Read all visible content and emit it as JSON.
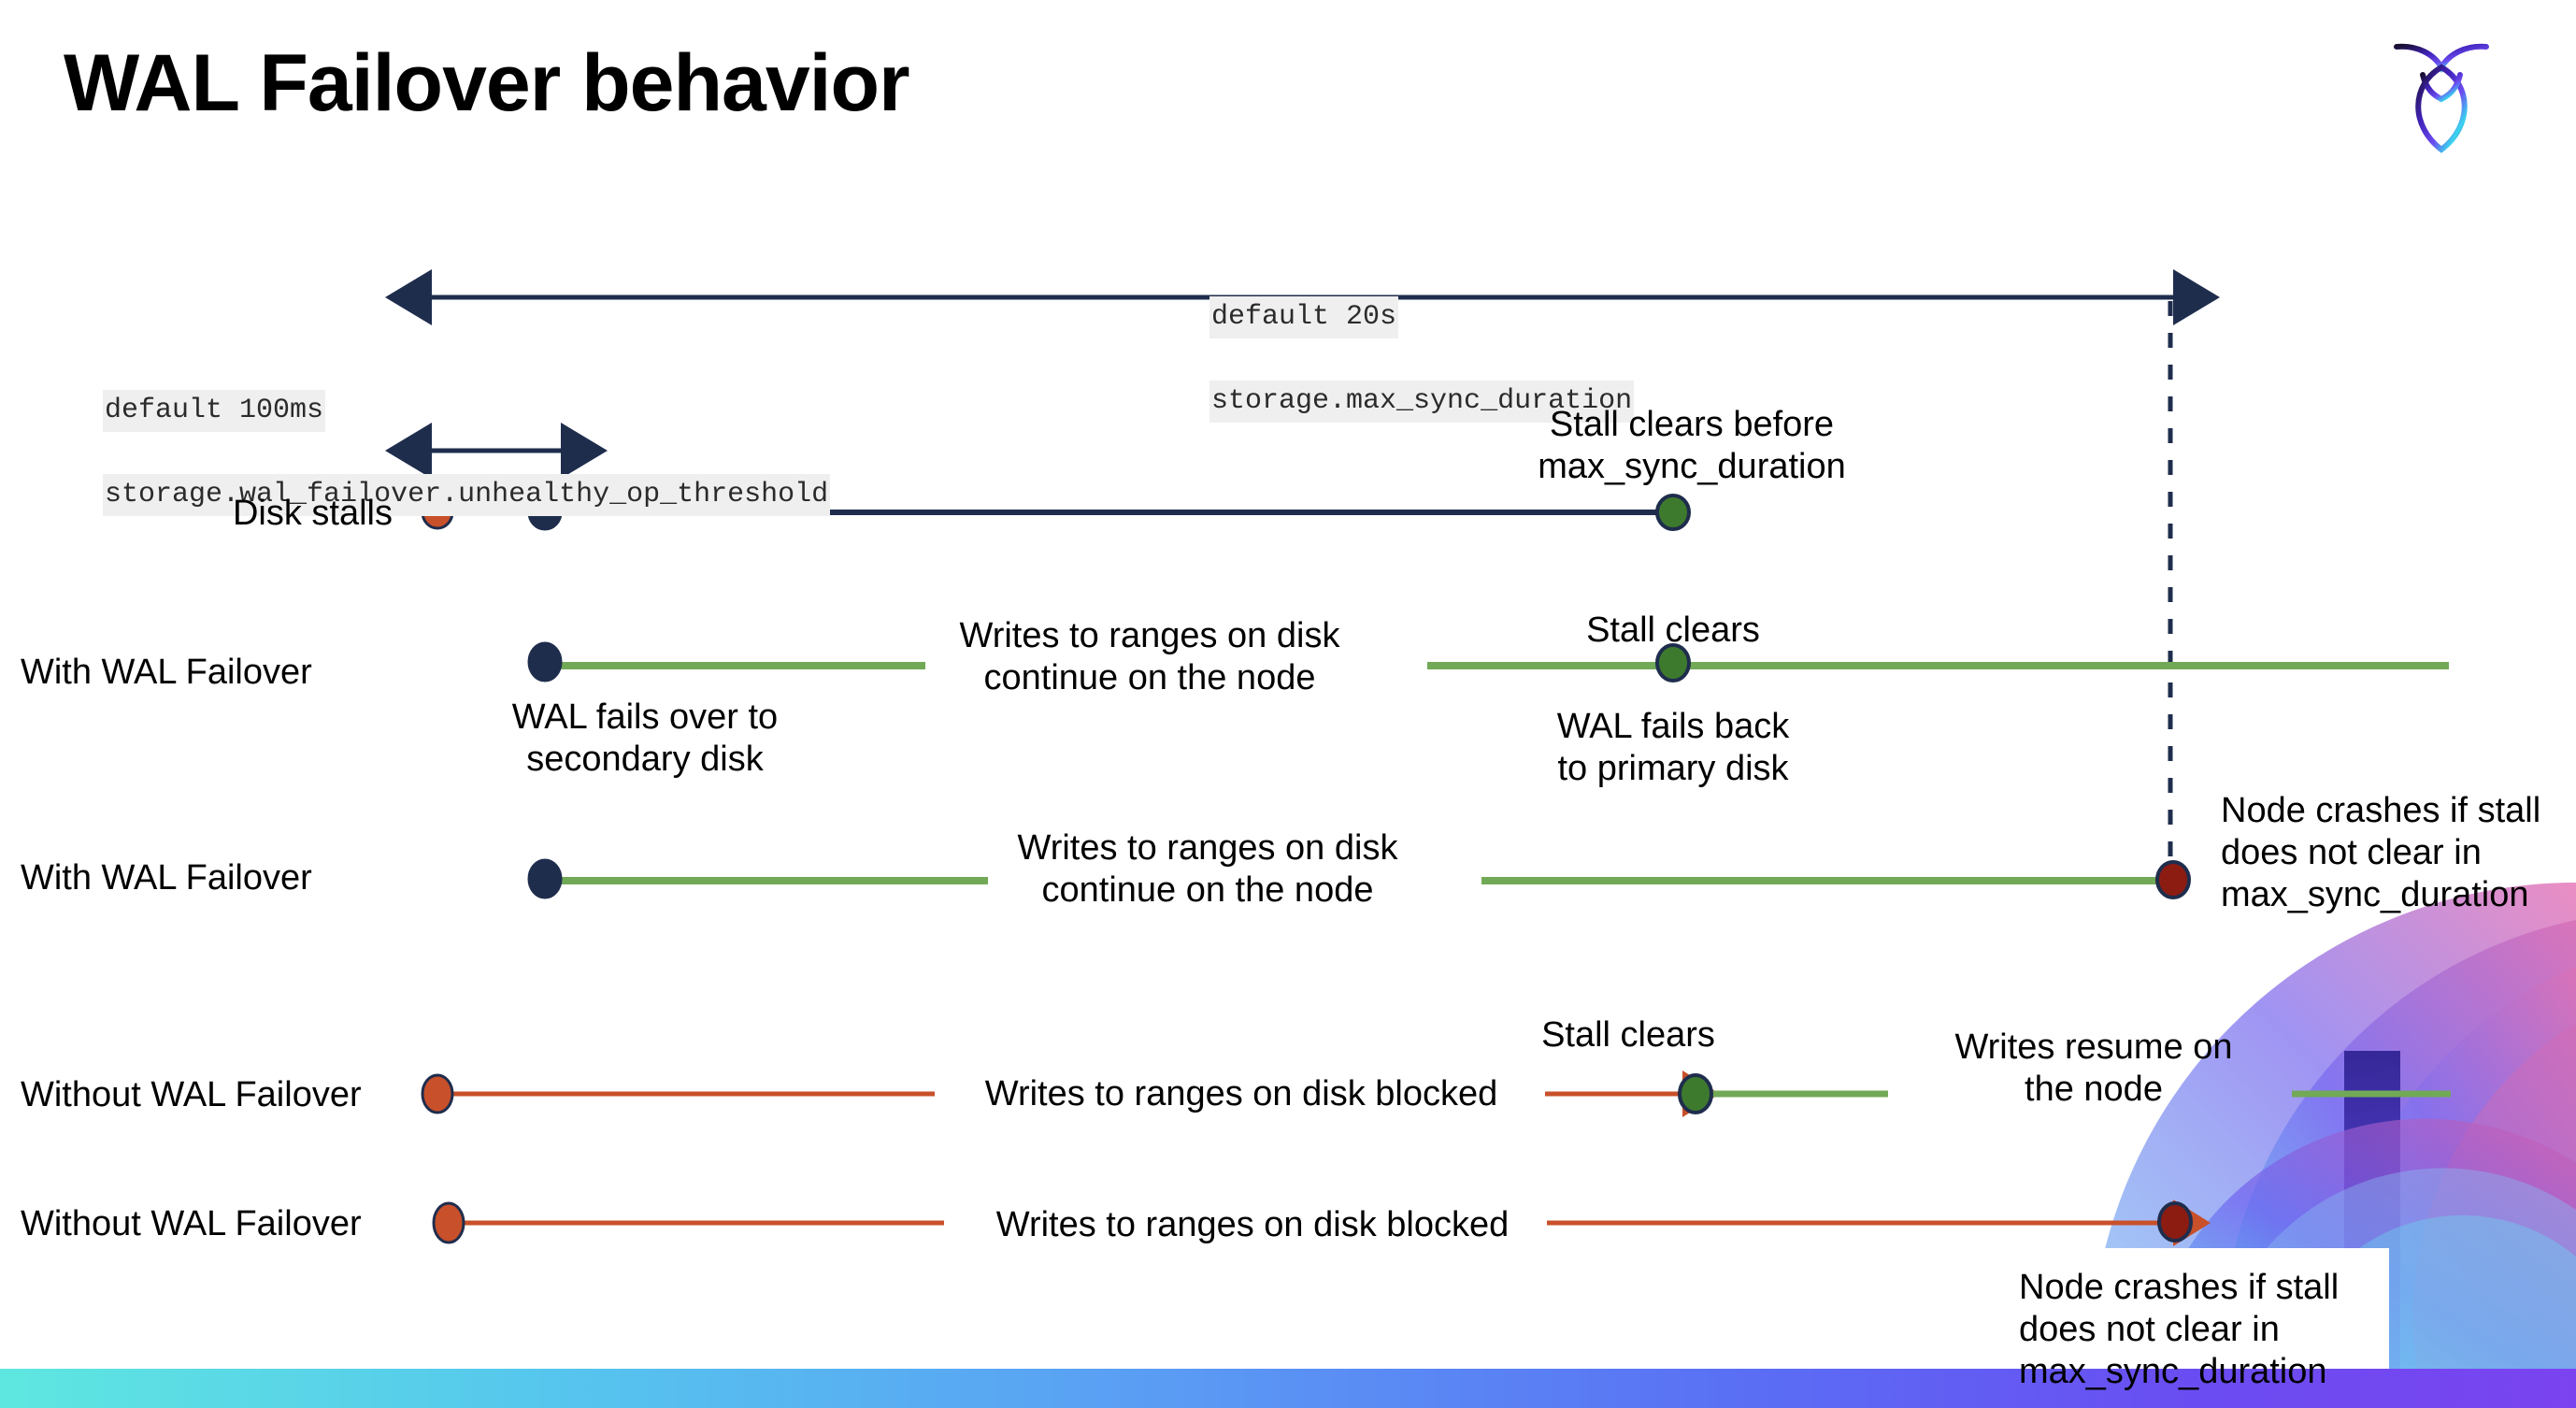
{
  "slide": {
    "title": "WAL Failover behavior",
    "logo_name": "cockroachdb-logo"
  },
  "settings": {
    "threshold": {
      "default_label": "default 100ms",
      "setting_name": "storage.wal_failover.unhealthy_op_threshold"
    },
    "max_sync": {
      "default_label": "default 20s",
      "setting_name": "storage.max_sync_duration"
    }
  },
  "rows": [
    {
      "id": "disk-stalls",
      "label": "Disk stalls",
      "annotations": [
        {
          "id": "stall-clears-before",
          "text": "Stall clears before\nmax_sync_duration"
        }
      ]
    },
    {
      "id": "with-wal-failover-1",
      "label": "With WAL Failover",
      "annotations": [
        {
          "id": "wal-fails-over",
          "text": "WAL fails over to\nsecondary disk"
        },
        {
          "id": "writes-continue-1",
          "text": "Writes to ranges on disk\ncontinue on the node"
        },
        {
          "id": "stall-clears-1",
          "text": "Stall clears"
        },
        {
          "id": "wal-fails-back",
          "text": "WAL fails  back\nto primary disk"
        }
      ]
    },
    {
      "id": "with-wal-failover-2",
      "label": "With WAL Failover",
      "annotations": [
        {
          "id": "writes-continue-2",
          "text": "Writes to ranges on disk\ncontinue on the node"
        },
        {
          "id": "node-crashes-1",
          "text": "Node crashes if stall\ndoes not clear in\nmax_sync_duration"
        }
      ]
    },
    {
      "id": "without-wal-failover-1",
      "label": "Without WAL Failover",
      "annotations": [
        {
          "id": "writes-blocked-1",
          "text": "Writes to ranges on disk  blocked"
        },
        {
          "id": "stall-clears-2",
          "text": "Stall clears"
        },
        {
          "id": "writes-resume",
          "text": "Writes resume on\nthe node"
        }
      ]
    },
    {
      "id": "without-wal-failover-2",
      "label": "Without WAL Failover",
      "annotations": [
        {
          "id": "writes-blocked-2",
          "text": "Writes to ranges on disk  blocked"
        },
        {
          "id": "node-crashes-2",
          "text": "Node crashes if stall\ndoes not clear in\nmax_sync_duration"
        }
      ]
    }
  ],
  "colors": {
    "navy": "#1f2d4d",
    "green_line": "#72a957",
    "green_dot": "#3e7a2e",
    "orange": "#c8502a",
    "dark_red": "#8c1c12",
    "code_bg": "#efefef"
  }
}
